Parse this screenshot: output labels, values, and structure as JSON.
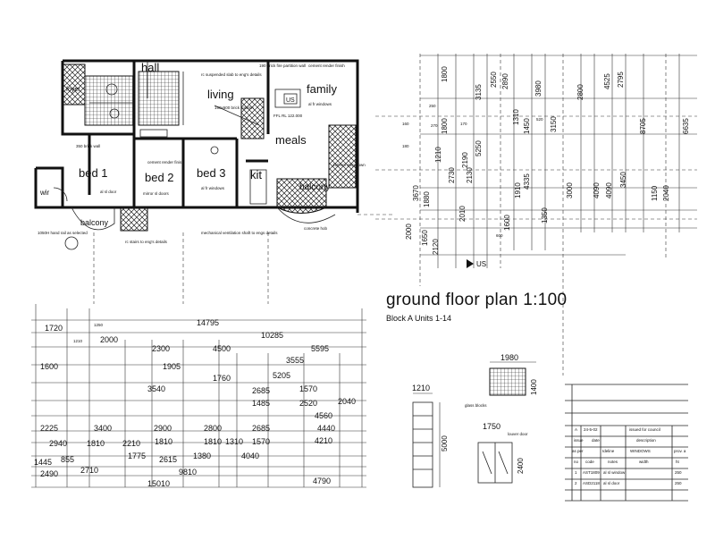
{
  "title": {
    "main": "ground floor plan 1:100",
    "sub": "Block A Units 1-14"
  },
  "rooms": {
    "hall": "hall",
    "living": "living",
    "family": "family",
    "meals": "meals",
    "kit": "kit",
    "bed1": "bed 1",
    "bed2": "bed 2",
    "bed3": "bed 3",
    "balcony_right": "balcony",
    "balcony_left": "balcony",
    "wir": "wir",
    "foyer": "foyer",
    "us_tag": "US",
    "us_arrow": "US"
  },
  "notes": {
    "n1": "190 brick fire partition wall",
    "n2": "cement render finish",
    "n3": "rc suspended slab to eng's details",
    "n4": "190x600 brick column",
    "n5": "350 brick wall",
    "n6": "cement render finish",
    "n7": "mirror sl doors",
    "n8": "al fr windows",
    "n9": "al sl door",
    "n10": "mechanical ventilation shaft to engs details",
    "n11": "rc stairs to eng's details",
    "n12": "1050H hand rail as selected",
    "n13": "FFL RL 122.000",
    "n14": "150mm step down",
    "n15": "concrete hob",
    "n16": "al fr windows",
    "n17": "glass blocks",
    "n18": "louver door"
  },
  "dimensions_right": [
    "1800",
    "1800",
    "3135",
    "2550",
    "3980",
    "2890",
    "2800",
    "4525",
    "2795",
    "6635",
    "8705",
    "5250",
    "3670",
    "2730",
    "2130",
    "4335",
    "3450",
    "4090",
    "4090",
    "3000",
    "1600",
    "2000",
    "2120",
    "1650",
    "1350",
    "3150",
    "2010",
    "1310",
    "1910",
    "250",
    "270",
    "170",
    "1210",
    "2190",
    "520",
    "600",
    "1880",
    "1150",
    "1450",
    "2040",
    "160",
    "180"
  ],
  "dimensions_bottom": [
    "14795",
    "10285",
    "5595",
    "4500",
    "2300",
    "1250",
    "1720",
    "2000",
    "1210",
    "1600",
    "1905",
    "3555",
    "5205",
    "3540",
    "1760",
    "2685",
    "1485",
    "1570",
    "2520",
    "2040",
    "4560",
    "2225",
    "3400",
    "2900",
    "2800",
    "2685",
    "4440",
    "4210",
    "2940",
    "1810",
    "2210",
    "1810",
    "1810",
    "1310",
    "1570",
    "1775",
    "2615",
    "1380",
    "4040",
    "1445",
    "855",
    "2490",
    "2710",
    "9810",
    "15010",
    "4790"
  ],
  "details": {
    "window_1": {
      "width": "1210",
      "height": "5000"
    },
    "glass_block": {
      "width": "1980",
      "height": "1400"
    },
    "door": {
      "width": "1750",
      "height": "2400"
    }
  },
  "schedule": {
    "revision_row": {
      "letter": "A",
      "date": "24-5-02",
      "desc": "issued for council"
    },
    "header": [
      "issue",
      "date",
      "description"
    ],
    "sub_header": [
      "as per",
      "Ideline",
      "WINDOWS",
      "prov. a"
    ],
    "columns": [
      "no",
      "code",
      "notes",
      "width",
      "ht"
    ],
    "rows": [
      {
        "no": "1",
        "code": "AST1809",
        "notes": "al sl window",
        "width": "",
        "ht": "250"
      },
      {
        "no": "2",
        "code": "ASD2118",
        "notes": "al sl door",
        "width": "",
        "ht": "250"
      }
    ]
  }
}
